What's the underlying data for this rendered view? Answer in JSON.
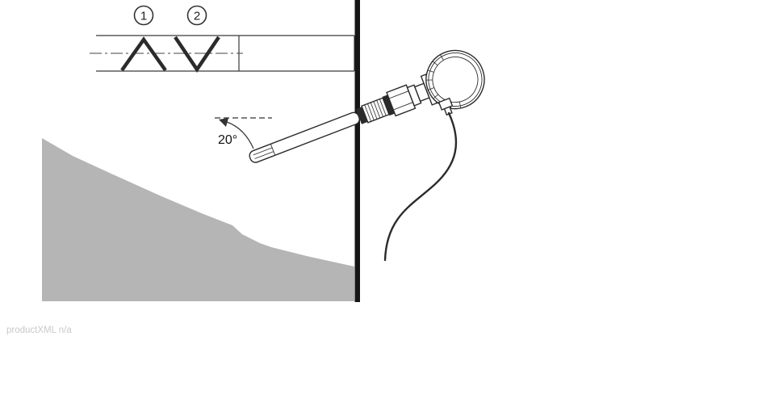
{
  "page": {
    "footer_text": "productXML n/a"
  },
  "diagram": {
    "callouts": {
      "one": "1",
      "two": "2"
    },
    "angle_label": "20°",
    "colors": {
      "line": "#3a3a3a",
      "device_line": "#2b2b2b",
      "mound_fill": "#b5b5b5",
      "wall_fill": "#161616",
      "footer_text": "#c9c9c9"
    }
  }
}
